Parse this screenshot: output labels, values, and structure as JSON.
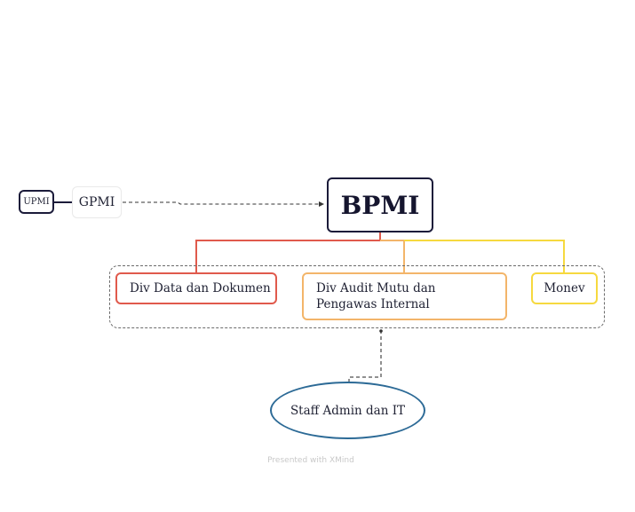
{
  "diagram": {
    "nodes": {
      "upmi": "UPMI",
      "gpmi": "GPMI",
      "bpmi": "BPMI",
      "div_data": "Div Data dan Dokumen",
      "div_audit": "Div Audit Mutu dan Pengawas Internal",
      "monev": "Monev",
      "staff": "Staff Admin dan IT"
    },
    "colors": {
      "dark": "#1b1b3a",
      "red": "#e05a4c",
      "orange": "#f3b56a",
      "yellow": "#f6d93f",
      "blue": "#2c6a96",
      "dashed": "#6b6b6b"
    }
  },
  "watermark": "Presented with XMind"
}
